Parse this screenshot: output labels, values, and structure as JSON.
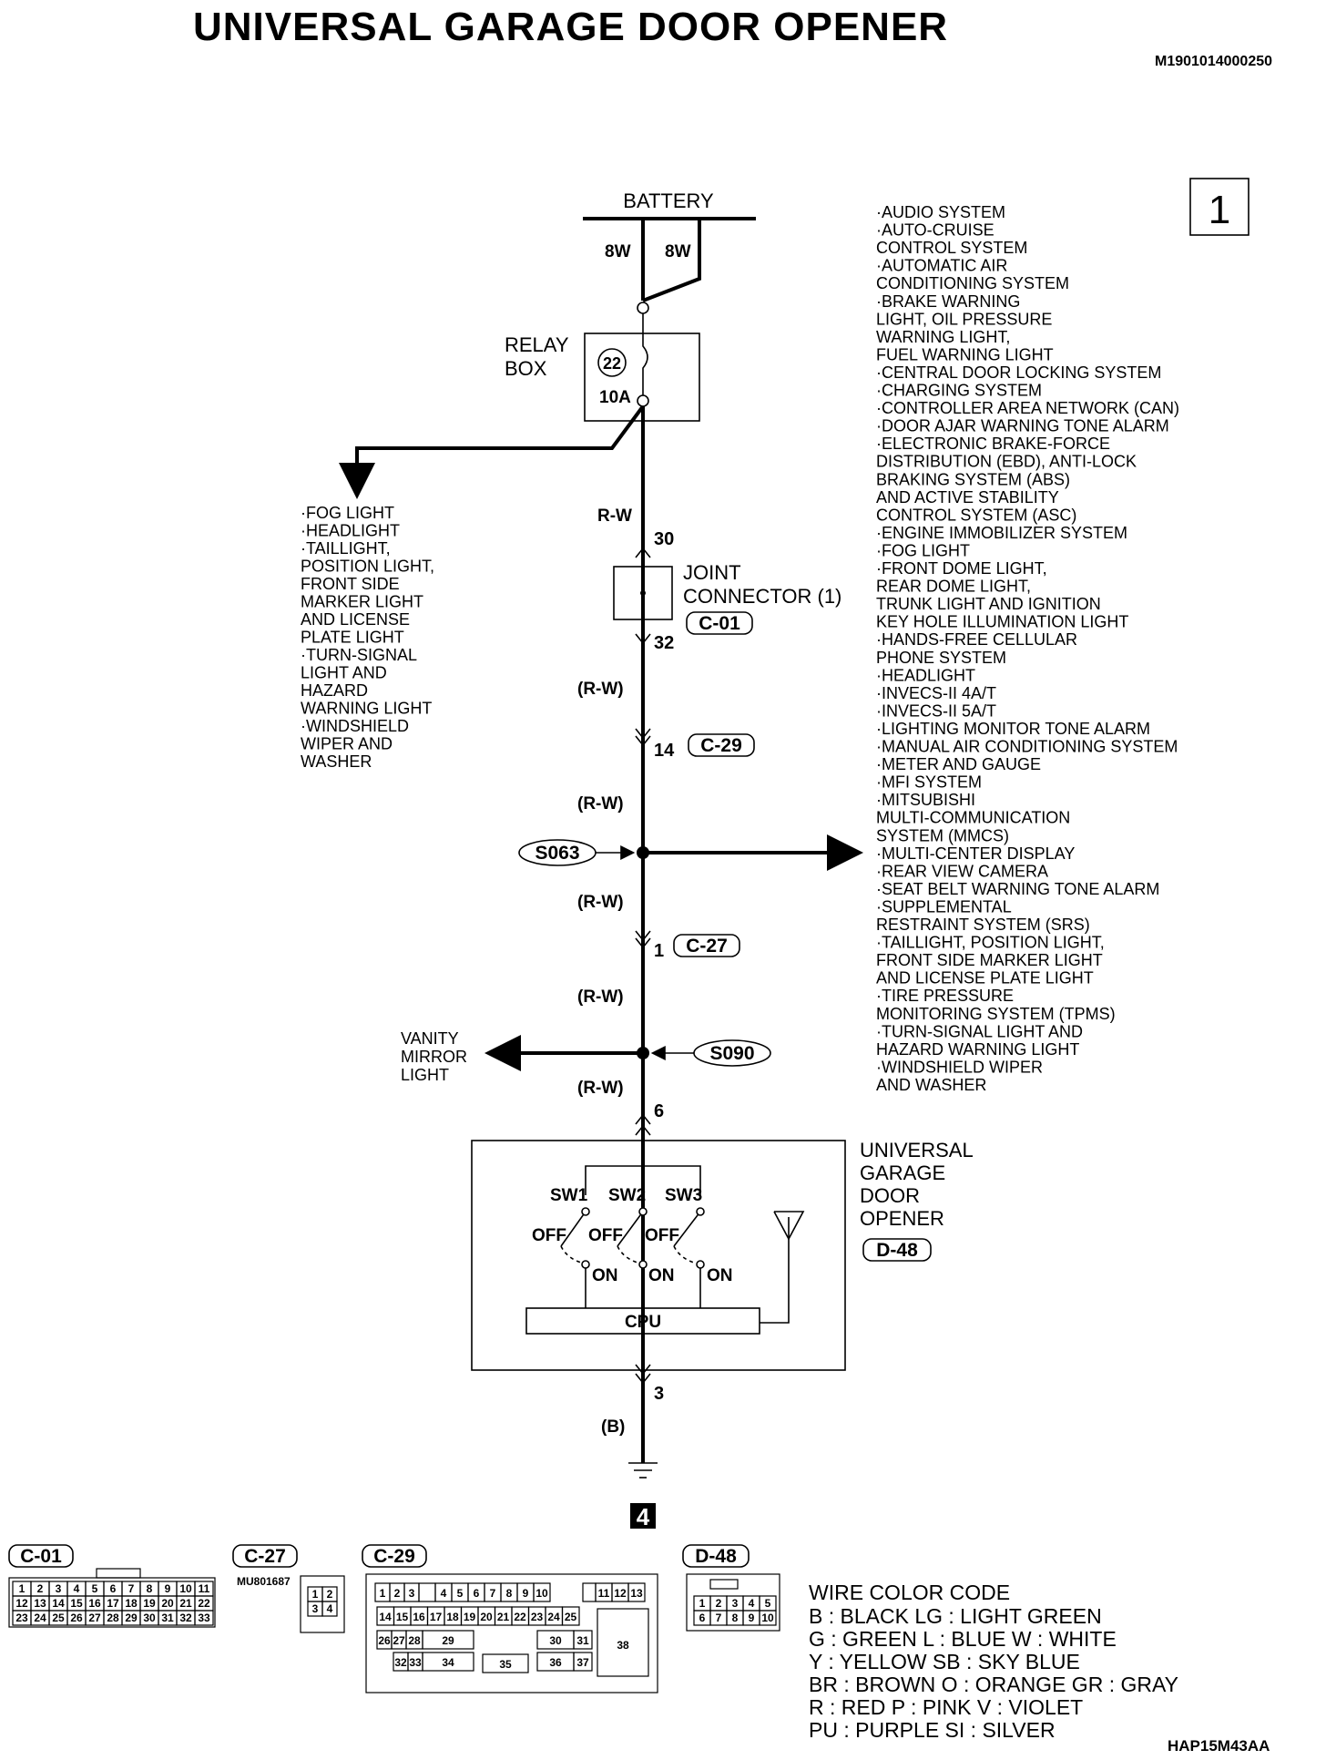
{
  "title": "UNIVERSAL GARAGE DOOR OPENER",
  "doc_id": "M1901014000250",
  "page_box": "1",
  "battery": {
    "label": "BATTERY",
    "wire_left": "8W",
    "wire_right": "8W"
  },
  "relay_box": {
    "label_line1": "RELAY",
    "label_line2": "BOX",
    "fuse_number": "22",
    "fuse_rating": "10A"
  },
  "left_branch_list": [
    "·FOG LIGHT",
    "·HEADLIGHT",
    "·TAILLIGHT,",
    " POSITION LIGHT,",
    " FRONT SIDE",
    " MARKER LIGHT",
    " AND LICENSE",
    " PLATE LIGHT",
    "·TURN-SIGNAL",
    " LIGHT AND",
    " HAZARD",
    " WARNING LIGHT",
    "·WINDSHIELD",
    " WIPER AND",
    " WASHER"
  ],
  "right_branch_list": [
    "·AUDIO SYSTEM",
    "·AUTO-CRUISE",
    " CONTROL SYSTEM",
    "·AUTOMATIC AIR",
    " CONDITIONING SYSTEM",
    "·BRAKE WARNING",
    " LIGHT, OIL PRESSURE",
    " WARNING LIGHT,",
    " FUEL WARNING LIGHT",
    "·CENTRAL DOOR LOCKING SYSTEM",
    "·CHARGING SYSTEM",
    "·CONTROLLER AREA NETWORK (CAN)",
    "·DOOR AJAR WARNING TONE ALARM",
    "·ELECTRONIC BRAKE-FORCE",
    " DISTRIBUTION  (EBD), ANTI-LOCK",
    " BRAKING SYSTEM (ABS)",
    " AND ACTIVE STABILITY",
    " CONTROL SYSTEM (ASC)",
    "·ENGINE IMMOBILIZER SYSTEM",
    "·FOG LIGHT",
    "·FRONT DOME LIGHT,",
    " REAR DOME LIGHT,",
    " TRUNK LIGHT AND IGNITION",
    " KEY HOLE ILLUMINATION LIGHT",
    "·HANDS-FREE CELLULAR",
    " PHONE SYSTEM",
    "·HEADLIGHT",
    "·INVECS-II 4A/T",
    "·INVECS-II 5A/T",
    "·LIGHTING MONITOR TONE ALARM",
    "·MANUAL AIR CONDITIONING SYSTEM",
    "·METER AND GAUGE",
    "·MFI SYSTEM",
    "·MITSUBISHI",
    " MULTI-COMMUNICATION",
    " SYSTEM (MMCS)",
    "·MULTI-CENTER DISPLAY",
    "·REAR VIEW CAMERA",
    "·SEAT BELT WARNING TONE ALARM",
    "·SUPPLEMENTAL",
    " RESTRAINT SYSTEM (SRS)",
    "·TAILLIGHT, POSITION LIGHT,",
    " FRONT SIDE MARKER LIGHT",
    " AND LICENSE PLATE LIGHT",
    "·TIRE PRESSURE",
    " MONITORING SYSTEM (TPMS)",
    "·TURN-SIGNAL LIGHT AND",
    " HAZARD WARNING LIGHT",
    "·WINDSHIELD WIPER",
    " AND WASHER"
  ],
  "wires": {
    "rw": "R-W",
    "rw_paren": "(R-W)",
    "b_paren": "(B)"
  },
  "pins": {
    "p30": "30",
    "p32": "32",
    "p14": "14",
    "p1": "1",
    "p6": "6",
    "p3": "3"
  },
  "joint_connector": {
    "line1": "JOINT",
    "line2": "CONNECTOR (1)",
    "code": "C-01"
  },
  "connectors": {
    "c29": "C-29",
    "c27": "C-27",
    "c01": "C-01",
    "d48": "D-48"
  },
  "splices": {
    "s063": "S063",
    "s090": "S090"
  },
  "vanity": {
    "line1": "VANITY",
    "line2": "MIRROR",
    "line3": "LIGHT"
  },
  "ugdo": {
    "line1": "UNIVERSAL",
    "line2": "GARAGE",
    "line3": "DOOR",
    "line4": "OPENER",
    "sw1": "SW1",
    "sw2": "SW2",
    "sw3": "SW3",
    "off": "OFF",
    "on": "ON",
    "cpu": "CPU"
  },
  "ground_box": "4",
  "connector_views": {
    "c01_rows": [
      [
        "1",
        "2",
        "3",
        "4",
        "5",
        "6",
        "7",
        "8",
        "9",
        "10",
        "11"
      ],
      [
        "12",
        "13",
        "14",
        "15",
        "16",
        "17",
        "18",
        "19",
        "20",
        "21",
        "22"
      ],
      [
        "23",
        "24",
        "25",
        "26",
        "27",
        "28",
        "29",
        "30",
        "31",
        "32",
        "33"
      ]
    ],
    "c27_part": "MU801687",
    "c27_rows": [
      [
        "1",
        "2"
      ],
      [
        "3",
        "4"
      ]
    ],
    "c29_row1_a": [
      "1",
      "2",
      "3"
    ],
    "c29_row1_b": [
      "4",
      "5",
      "6",
      "7",
      "8",
      "9",
      "10"
    ],
    "c29_row1_c": [
      "11",
      "12",
      "13"
    ],
    "c29_row2": [
      "14",
      "15",
      "16",
      "17",
      "18",
      "19",
      "20",
      "21",
      "22",
      "23",
      "24",
      "25"
    ],
    "c29_misc": {
      "p26": "26",
      "p27": "27",
      "p28": "28",
      "p29": "29",
      "p30": "30",
      "p31": "31",
      "p32": "32",
      "p33": "33",
      "p34": "34",
      "p35": "35",
      "p36": "36",
      "p37": "37",
      "p38": "38"
    },
    "d48_rows": [
      [
        "1",
        "2",
        "3",
        "4",
        "5"
      ],
      [
        "6",
        "7",
        "8",
        "9",
        "10"
      ]
    ]
  },
  "wire_color_code": {
    "title": "WIRE COLOR CODE",
    "lines": [
      "B : BLACK     LG : LIGHT GREEN",
      "G : GREEN     L : BLUE     W : WHITE",
      "Y : YELLOW     SB : SKY BLUE",
      "BR : BROWN     O : ORANGE     GR : GRAY",
      "R : RED     P : PINK     V : VIOLET",
      "PU : PURPLE     SI : SILVER"
    ]
  },
  "footer_code": "HAP15M43AA"
}
